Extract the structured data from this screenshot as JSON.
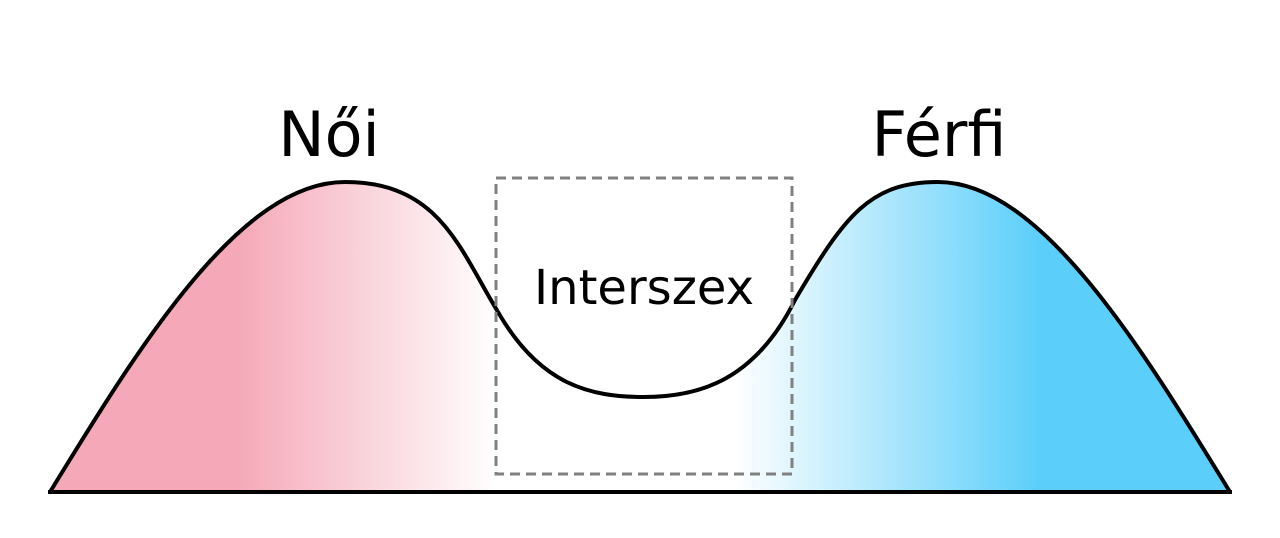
{
  "labels": {
    "female": "Női",
    "male": "Férfi",
    "intersex": "Interszex"
  },
  "colors": {
    "female": "#f5a9b8",
    "male": "#5bcefa",
    "neutral": "#ffffff",
    "outline": "#000000",
    "intersex_box": "#808080"
  }
}
